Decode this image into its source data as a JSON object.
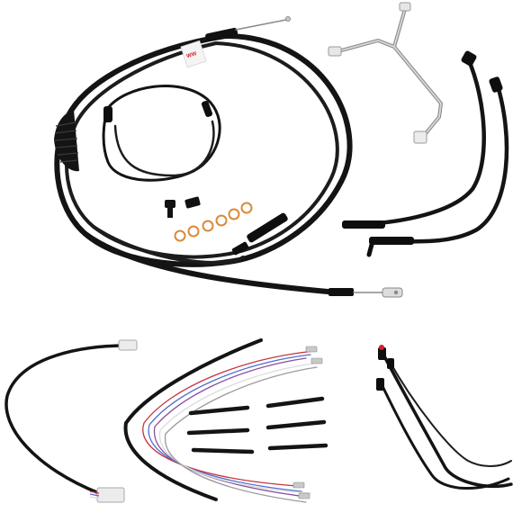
{
  "photo": {
    "background": "#ffffff",
    "colors": {
      "cable_black": "#141414",
      "cable_highlight": "#3a3a3a",
      "chrome": "#c9c9c9",
      "chrome_dark": "#8a8a8a",
      "copper": "#d98a3a",
      "tag_red": "#d41f2a",
      "connector_white": "#ececec",
      "wire_red": "#c8323a",
      "wire_blue": "#4a6fd0",
      "wire_purple": "#8a4fa0",
      "wire_white": "#dcdcdc",
      "wire_gray": "#9a9a9a"
    },
    "label_tag": {
      "text": "WW"
    },
    "items": [
      "throttle-cable-bundle",
      "clutch-cable-coil",
      "chrome-brake-line",
      "black-brake-lines",
      "banjo-bolts-and-fittings",
      "copper-crush-washers",
      "handlebar-extension-harness",
      "color-wire-extension-kit",
      "heat-shrink-tubes",
      "abs-brake-line-pair"
    ],
    "copper_washer_count": 6,
    "heat_shrink_tube_count": 6
  }
}
